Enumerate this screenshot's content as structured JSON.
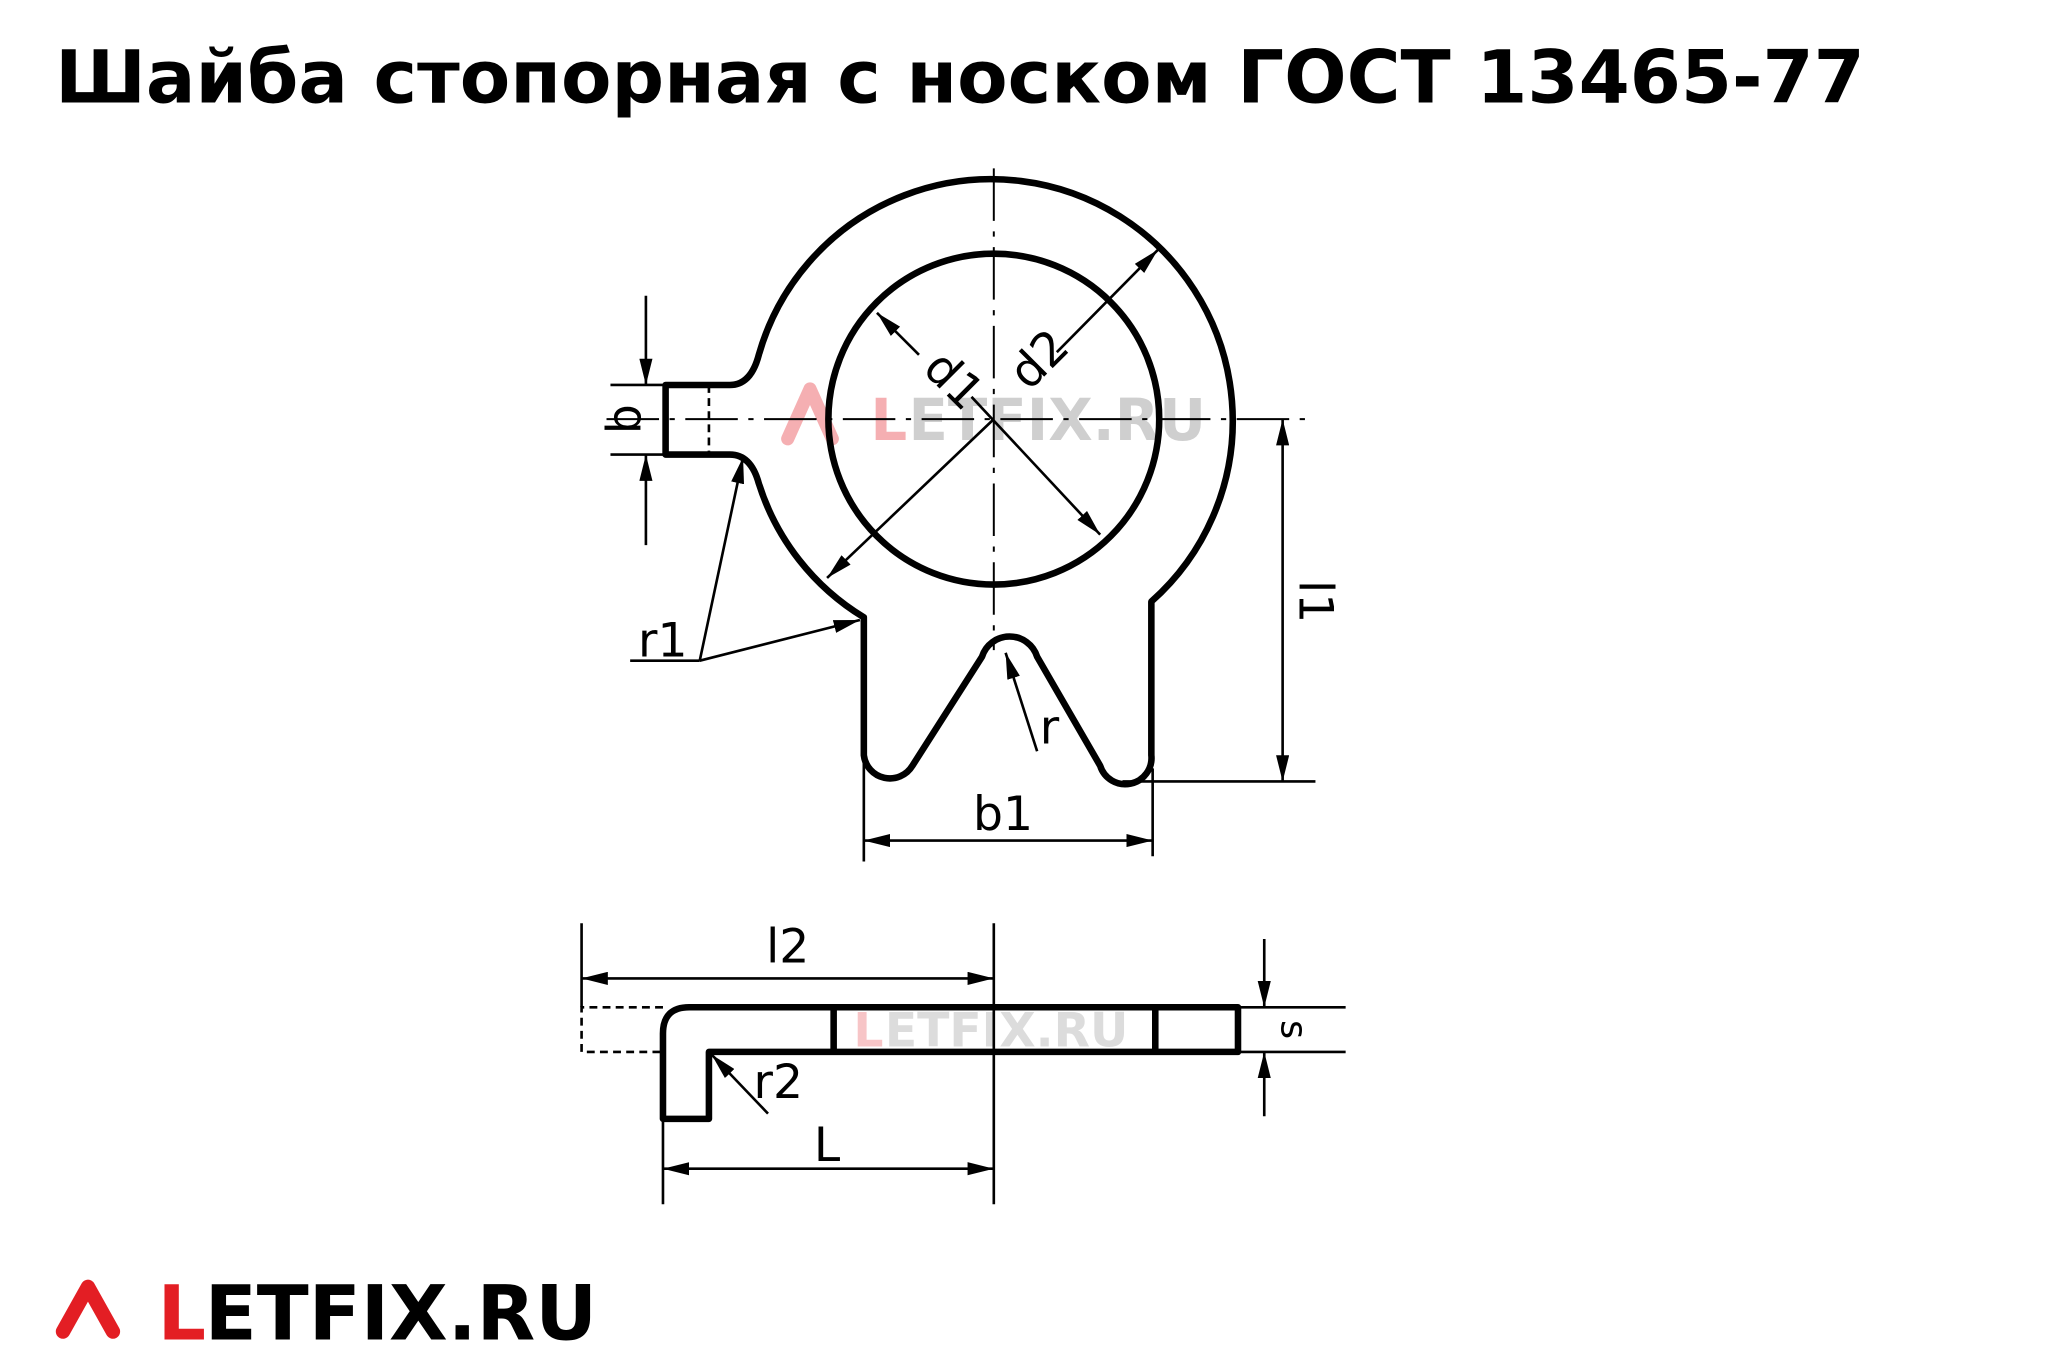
{
  "title": "Шайба стопорная с носком ГОСТ 13465-77",
  "labels": {
    "b": "b",
    "d1": "d1",
    "d2": "d2",
    "l1": "l1",
    "b1": "b1",
    "r": "r",
    "r1": "r1",
    "l2": "l2",
    "L": "L",
    "s": "s",
    "r2": "r2"
  },
  "watermark": {
    "mark": "L",
    "text": "ETFIX.RU"
  },
  "logo": {
    "mark": "L",
    "text": "ETFIX.RU"
  },
  "colors": {
    "brand_red": "#e31e24",
    "line": "#000000"
  }
}
